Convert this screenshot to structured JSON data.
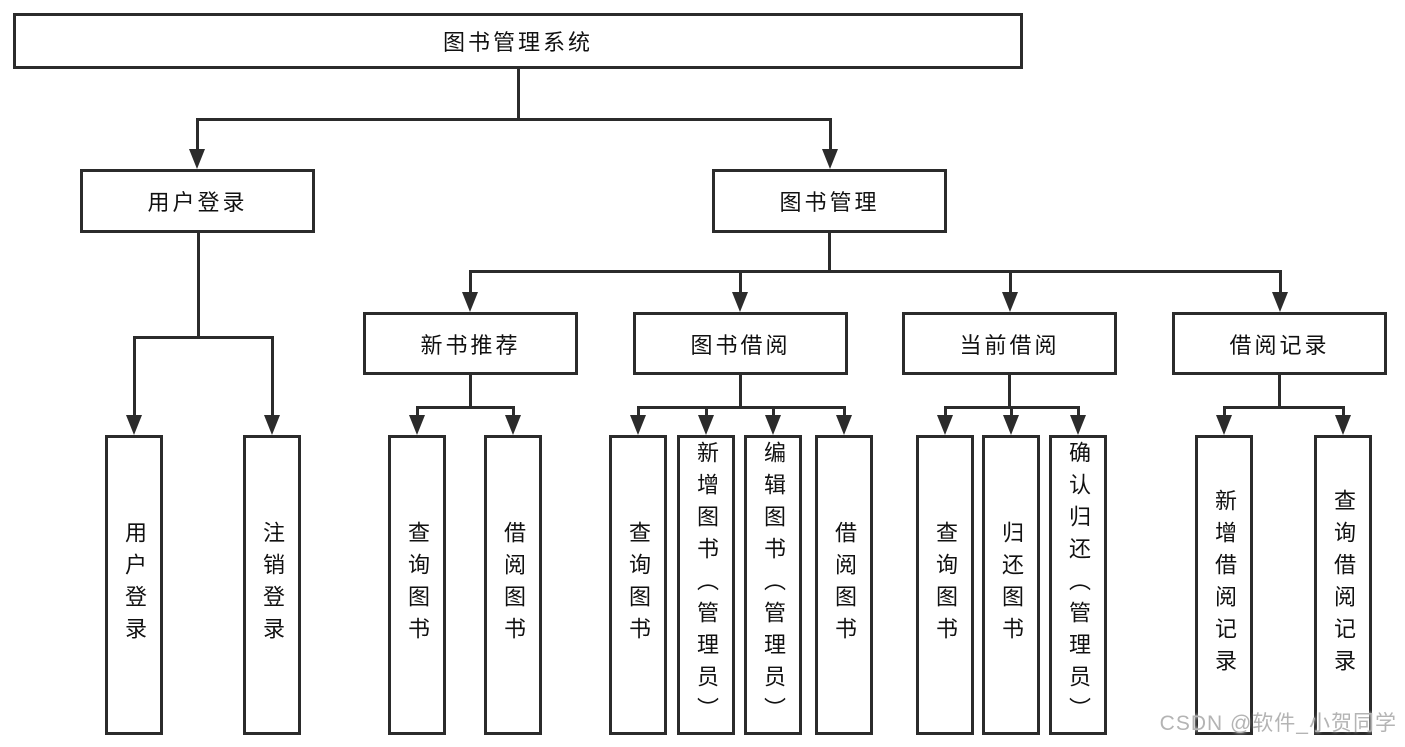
{
  "colors": {
    "background": "#ffffff",
    "line": "#2b2b2b",
    "box_border": "#2b2b2b",
    "text": "#111111",
    "watermark": "#b4b4b4"
  },
  "watermark": {
    "text": "CSDN @软件_小贺同学"
  },
  "diagram": {
    "root": {
      "label": "图书管理系统",
      "children": [
        {
          "label": "用户登录",
          "children": [
            {
              "label": "用户登录"
            },
            {
              "label": "注销登录"
            }
          ]
        },
        {
          "label": "图书管理",
          "children": [
            {
              "label": "新书推荐",
              "children": [
                {
                  "label": "查询图书"
                },
                {
                  "label": "借阅图书"
                }
              ]
            },
            {
              "label": "图书借阅",
              "children": [
                {
                  "label": "查询图书"
                },
                {
                  "label": "新增图书（管理员）"
                },
                {
                  "label": "编辑图书（管理员）"
                },
                {
                  "label": "借阅图书"
                }
              ]
            },
            {
              "label": "当前借阅",
              "children": [
                {
                  "label": "查询图书"
                },
                {
                  "label": "归还图书"
                },
                {
                  "label": "确认归还（管理员）"
                }
              ]
            },
            {
              "label": "借阅记录",
              "children": [
                {
                  "label": "新增借阅记录"
                },
                {
                  "label": "查询借阅记录"
                }
              ]
            }
          ]
        }
      ]
    }
  }
}
